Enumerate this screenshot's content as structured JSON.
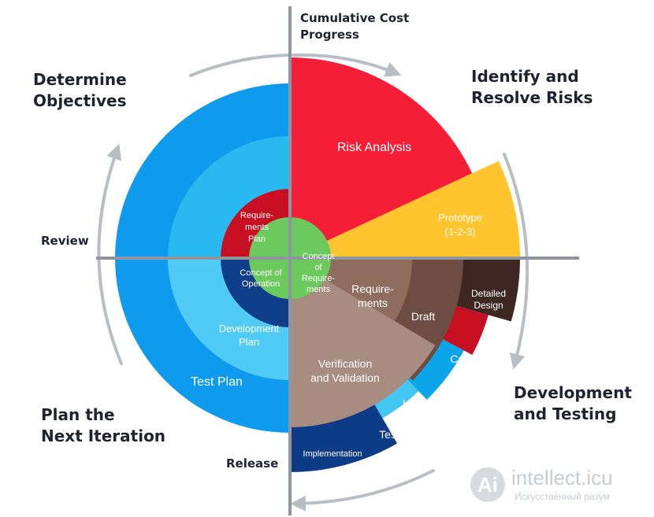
{
  "quadrants": {
    "top_left": "Determine\nObjectives",
    "top_right": "Identify and\nResolve Risks",
    "bottom_left": "Plan the\nNext Iteration",
    "bottom_right": "Development\nand Testing"
  },
  "axes": {
    "top": "Cumulative Cost\nProgress",
    "left": "Review",
    "bottom": "Release"
  },
  "segments": {
    "risk_analysis": "Risk Analysis",
    "prototype": "Prototype\n(1-2-3)",
    "requirements_plan": "Require-\nments\nPlan",
    "concept_of_operation": "Concept of\nOperation",
    "development_plan": "Development\nPlan",
    "test_plan": "Test Plan",
    "concept_of_requirements": "Concept\nof\nRequire-\nments",
    "requirements": "Require-\nments",
    "draft": "Draft",
    "detailed_design": "Detailed\nDesign",
    "code": "Code",
    "verification": "Verification\nand Validation",
    "integration": "Integration",
    "test": "Test",
    "implementation": "Implementation"
  },
  "watermark": {
    "glyph": "Ai",
    "text": "intellect.icu",
    "subtext": "Искусственный разум"
  },
  "colors": {
    "blue_outer": "#0e9bee",
    "blue_mid": "#29b9f0",
    "blue_inner": "#4fcbf5",
    "navy": "#103f8a",
    "red_dark": "#c80f22",
    "red": "#f51e37",
    "yellow": "#ffc42e",
    "green": "#6cc95d",
    "brown_light": "#a88c80",
    "brown_mid": "#8e6c5e",
    "brown": "#6d4c41",
    "brown_dark": "#3e2723",
    "cyan": "#0ca5ea",
    "cyan_light": "#43c6f1",
    "navy_dark": "#0d3c86"
  }
}
